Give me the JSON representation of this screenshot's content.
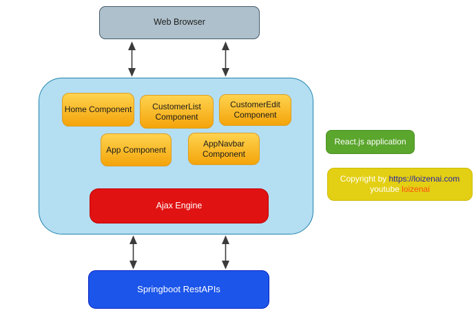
{
  "palette": {
    "browser_fill": "#aec0cb",
    "browser_border": "#42596a",
    "frontend_container_fill": "#b4def2",
    "frontend_container_border": "#1b82ab",
    "component_fill_top": "#fed34f",
    "component_fill_bottom": "#f4a40a",
    "component_border": "#dd9d1f",
    "ajax_fill": "#e11212",
    "backend_fill": "#1c55ea",
    "legend_fill": "#5ba62d",
    "copyright_fill": "#e3cf13",
    "copyright_url_color": "#2424a8",
    "copyright_channel_color": "#fb4f14",
    "arrow_color": "#3b3b3b"
  },
  "diagram": {
    "browser": {
      "label": "Web Browser"
    },
    "frontend": {
      "components": [
        {
          "label": "Home Component"
        },
        {
          "label": "CustomerList Component"
        },
        {
          "label": "CustomerEdit Component"
        },
        {
          "label": "App Component"
        },
        {
          "label": "AppNavbar Component"
        }
      ],
      "ajax": {
        "label": "Ajax Engine"
      }
    },
    "backend": {
      "label": "Springboot RestAPIs"
    },
    "legend": {
      "label": "React.js application"
    },
    "copyright": {
      "prefix": "Copyright by ",
      "url": "https://loizenai.com",
      "youtube_label": "youtube ",
      "channel": "loizenai"
    }
  }
}
